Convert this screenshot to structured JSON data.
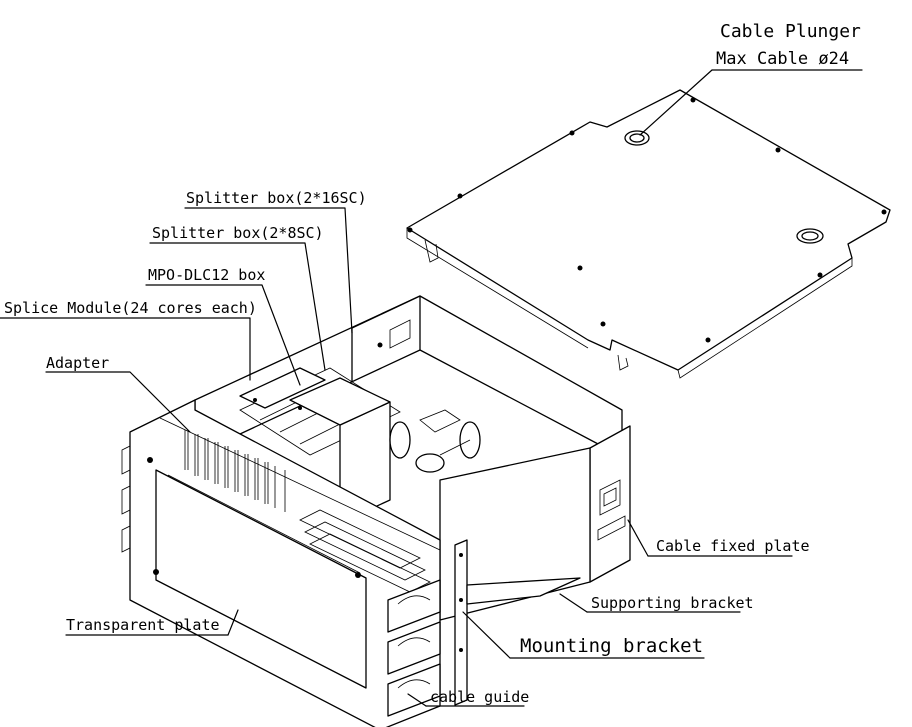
{
  "labels": {
    "cable_plunger": "Cable Plunger",
    "max_cable": "Max Cable ø24",
    "splitter_16": "Splitter box(2*16SC)",
    "splitter_8": "Splitter box(2*8SC)",
    "mpo_box": "MPO-DLC12 box",
    "splice_module": "Splice Module(24 cores each)",
    "adapter": "Adapter",
    "cable_fixed_plate": "Cable fixed plate",
    "supporting_bracket": "Supporting bracket",
    "mounting_bracket": "Mounting bracket",
    "transparent_plate": "Transparent plate",
    "cable_guide": "cable guide"
  }
}
